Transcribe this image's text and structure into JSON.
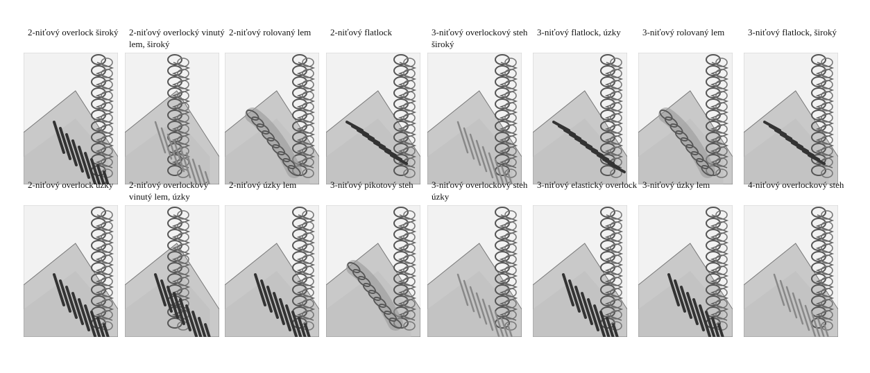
{
  "stitches": [
    {
      "label": "2-niťový overlock široký",
      "variant": "wide-overlock"
    },
    {
      "label": "2-niťový overlocký vinutý lem, široký",
      "variant": "wrapped-wide"
    },
    {
      "label": "2-niťový rolovaný lem",
      "variant": "rolled"
    },
    {
      "label": "2-niťový flatlock",
      "variant": "flatlock"
    },
    {
      "label": "3-niťový overlockový steh široký",
      "variant": "overlock3-wide"
    },
    {
      "label": "3-niťový flatlock, úzky",
      "variant": "flatlock-narrow"
    },
    {
      "label": "3-niťový rolovaný lem",
      "variant": "rolled"
    },
    {
      "label": "3-niťový flatlock, široký",
      "variant": "flatlock"
    },
    {
      "label": "2-niťový overlock úzky",
      "variant": "narrow-overlock"
    },
    {
      "label": "2-niťový overlockový vinutý lem, úzky",
      "variant": "wrapped-narrow"
    },
    {
      "label": "2-niťový úzky lem",
      "variant": "narrow-hem"
    },
    {
      "label": "3-niťový pikotový steh",
      "variant": "picot"
    },
    {
      "label": "3-niťový overlockový steh úzky",
      "variant": "overlock3-narrow"
    },
    {
      "label": "3-niťový elastický overlock",
      "variant": "elastic"
    },
    {
      "label": "3-niťový úzky lem",
      "variant": "narrow-hem"
    },
    {
      "label": "4-niťový overlockový steh",
      "variant": "overlock4"
    }
  ]
}
